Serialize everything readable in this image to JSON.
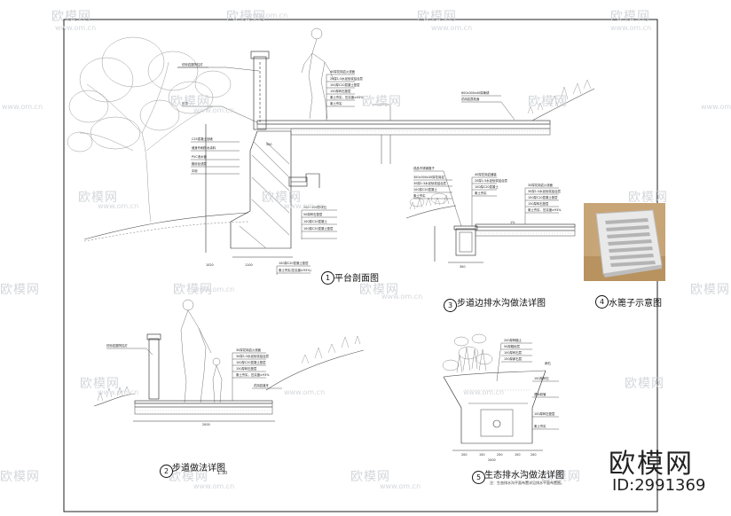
{
  "sheet": {
    "titles": {
      "d1": {
        "num": "1",
        "label": "平台剖面图"
      },
      "d2": {
        "num": "2",
        "label": "步道做法详图"
      },
      "d3": {
        "num": "3",
        "label": "步道边排水沟做法详图"
      },
      "d4": {
        "num": "4",
        "label": "水篦子示意图"
      },
      "d5": {
        "num": "5",
        "label": "生态排水沟做法详图"
      }
    },
    "scale_d2": "1:30",
    "note_d5": "注：生态排水沟平面布置详见排水平面布置图。"
  },
  "watermark": {
    "text": "欧模网",
    "url": "www.om.cn"
  },
  "brand": {
    "name": "欧模网",
    "id": "ID:2991369"
  }
}
